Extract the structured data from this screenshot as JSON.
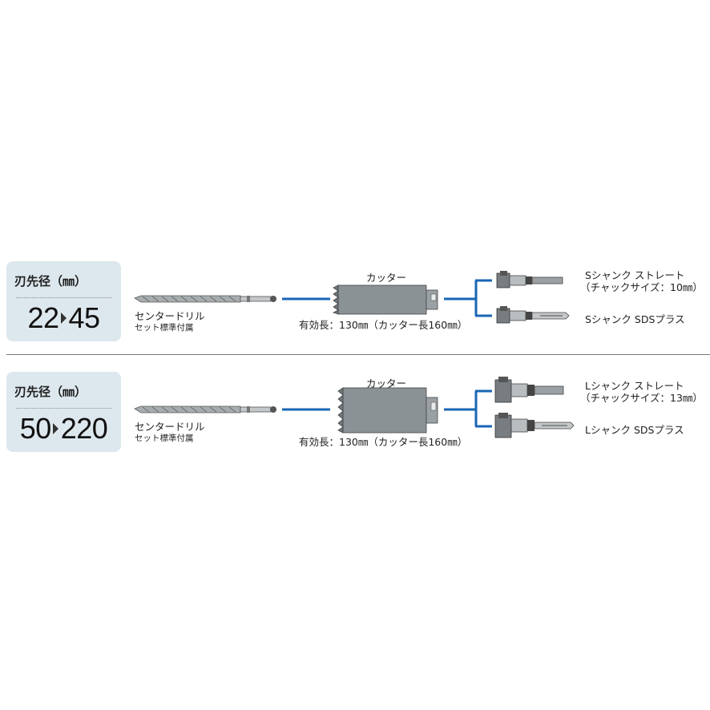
{
  "colors": {
    "connector": "#1a66b5",
    "badge_bg": "#dde8ee",
    "tool_body": "#8a9296"
  },
  "rows": [
    {
      "badge": {
        "title": "刃先径（㎜）",
        "range_from": "22",
        "range_to": "45"
      },
      "drill": {
        "label": "センタードリル",
        "sub": "セット標準付属"
      },
      "cutter": {
        "label": "カッター",
        "spec": "有効長：130㎜（カッター長160㎜）"
      },
      "shank_straight": {
        "label": "Sシャンク ストレート",
        "sub": "（チャックサイズ：10㎜）"
      },
      "shank_sds": {
        "label": "Sシャンク SDSプラス"
      }
    },
    {
      "badge": {
        "title": "刃先径（㎜）",
        "range_from": "50",
        "range_to": "220"
      },
      "drill": {
        "label": "センタードリル",
        "sub": "セット標準付属"
      },
      "cutter": {
        "label": "カッター",
        "spec": "有効長：130㎜（カッター長160㎜）"
      },
      "shank_straight": {
        "label": "Lシャンク ストレート",
        "sub": "（チャックサイズ：13㎜）"
      },
      "shank_sds": {
        "label": "Lシャンク SDSプラス"
      }
    }
  ]
}
